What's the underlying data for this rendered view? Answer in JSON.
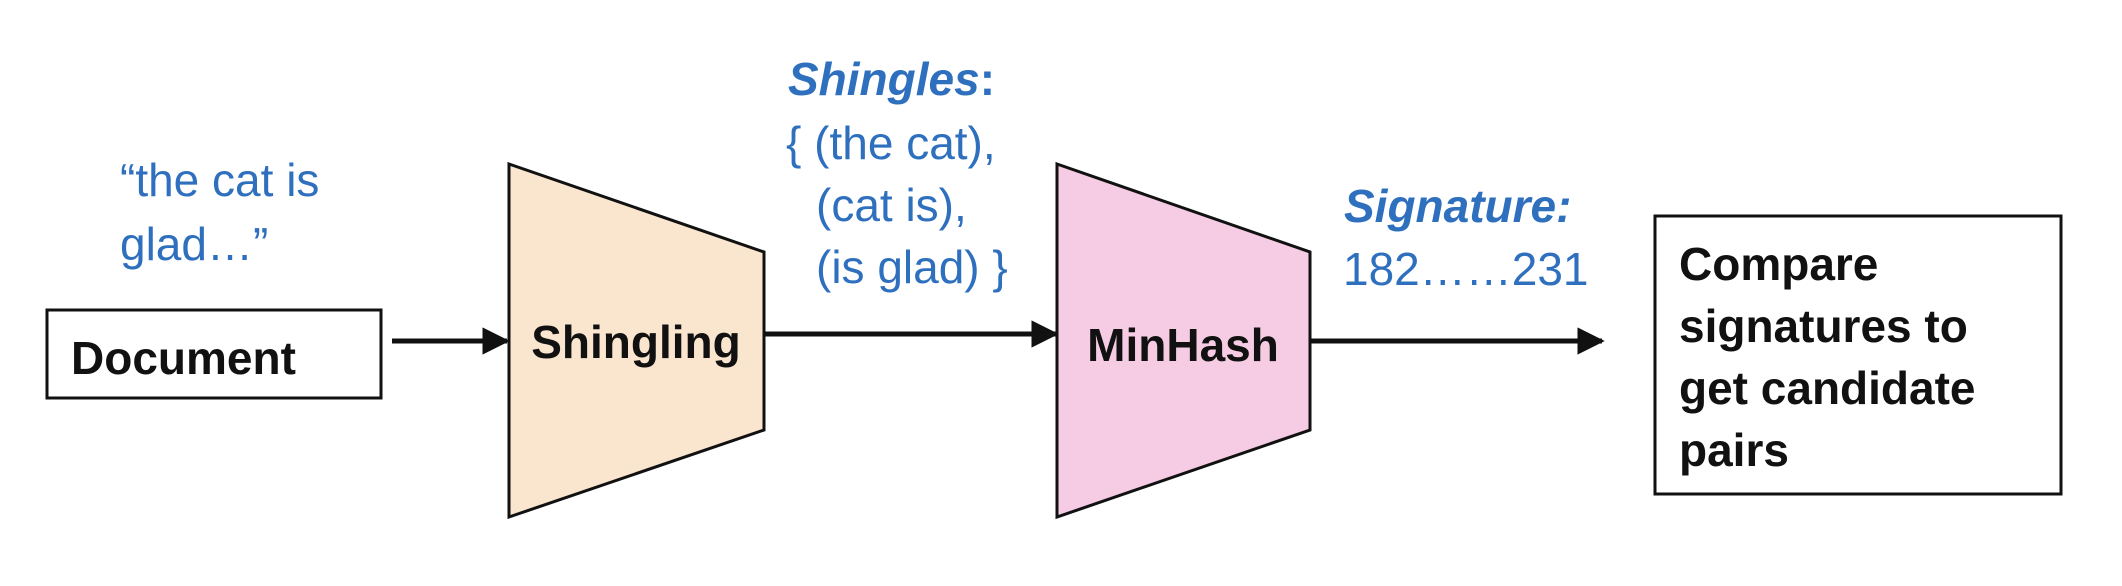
{
  "colors": {
    "annotation_text": "#2E6FBE",
    "shingling_fill": "#FAE5CE",
    "minhash_fill": "#F6CCE4",
    "stroke": "#111111"
  },
  "document_quote": {
    "line1": "“the cat is",
    "line2": "glad…”"
  },
  "document_box": {
    "label": "Document"
  },
  "shingling_stage": {
    "label": "Shingling"
  },
  "shingles_annotation": {
    "title": "Shingles",
    "colon": ":",
    "line1": "{ (the cat),",
    "line2": "(cat is),",
    "line3": "(is glad) }"
  },
  "minhash_stage": {
    "label": "MinHash"
  },
  "signature_annotation": {
    "title": "Signature:",
    "value": "182……231"
  },
  "compare_box": {
    "line1": "Compare",
    "line2": "signatures to",
    "line3": "get candidate",
    "line4": "pairs"
  }
}
